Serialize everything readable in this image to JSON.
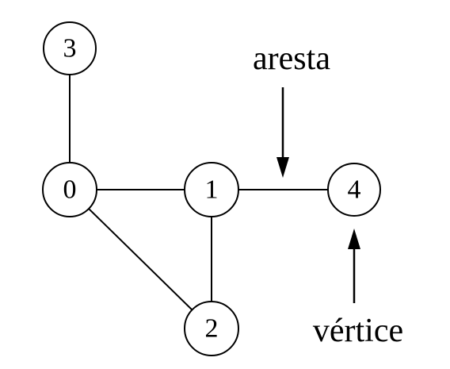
{
  "graph": {
    "nodes": [
      {
        "id": "0",
        "label": "0"
      },
      {
        "id": "1",
        "label": "1"
      },
      {
        "id": "2",
        "label": "2"
      },
      {
        "id": "3",
        "label": "3"
      },
      {
        "id": "4",
        "label": "4"
      }
    ],
    "edges": [
      {
        "from": "3",
        "to": "0"
      },
      {
        "from": "0",
        "to": "1"
      },
      {
        "from": "0",
        "to": "2"
      },
      {
        "from": "1",
        "to": "2"
      },
      {
        "from": "1",
        "to": "4"
      }
    ]
  },
  "annotations": {
    "edge_label": "aresta",
    "vertex_label": "vértice"
  }
}
